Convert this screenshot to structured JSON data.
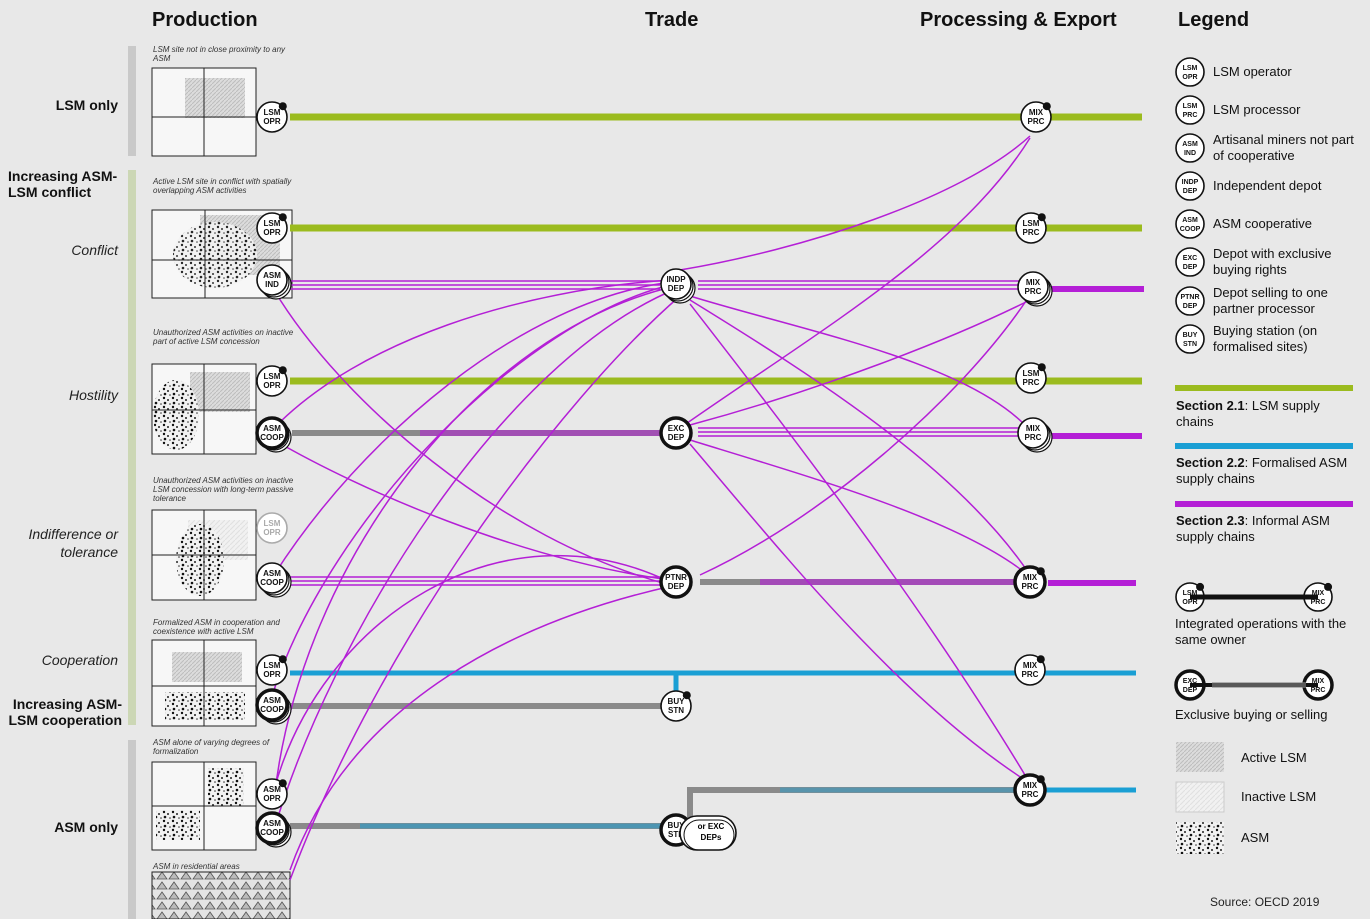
{
  "headers": {
    "production": "Production",
    "trade": "Trade",
    "processing": "Processing & Export",
    "legend": "Legend"
  },
  "row_labels": {
    "lsm_only": "LSM only",
    "increasing_conflict": "Increasing ASM-LSM conflict",
    "conflict": "Conflict",
    "hostility": "Hostility",
    "indifference": "Indifference or tolerance",
    "cooperation": "Cooperation",
    "increasing_cooperation": "Increasing ASM-LSM cooperation",
    "asm_only": "ASM only"
  },
  "captions": {
    "c1": "LSM site not in close proximity to any ASM",
    "c2": "Active LSM site in conflict with spatially overlapping ASM activities",
    "c3": "Unauthorized ASM activities on inactive part of active LSM concession",
    "c4": "Unauthorized ASM activities on inactive LSM concession with long-term passive tolerance",
    "c5": "Formalized ASM in cooperation and coexistence with active LSM",
    "c6": "ASM alone of varying degrees of formalization",
    "c7": "ASM in residential areas"
  },
  "nodes": {
    "lsm": "LSM",
    "opr": "OPR",
    "prc": "PRC",
    "mix": "MIX",
    "asm": "ASM",
    "ind": "IND",
    "coop": "COOP",
    "indp": "INDP",
    "dep": "DEP",
    "exc": "EXC",
    "ptnr": "PTNR",
    "buy": "BUY",
    "stn": "STN",
    "or_exc": "or EXC",
    "deps": "DEPs"
  },
  "legend": {
    "items": [
      {
        "top": "LSM",
        "bottom": "OPR",
        "label": "LSM operator"
      },
      {
        "top": "LSM",
        "bottom": "PRC",
        "label": "LSM processor"
      },
      {
        "top": "ASM",
        "bottom": "IND",
        "label": "Artisanal miners not part of cooperative"
      },
      {
        "top": "INDP",
        "bottom": "DEP",
        "label": "Independent depot"
      },
      {
        "top": "ASM",
        "bottom": "COOP",
        "label": "ASM cooperative"
      },
      {
        "top": "EXC",
        "bottom": "DEP",
        "label": "Depot with exclusive buying rights"
      },
      {
        "top": "PTNR",
        "bottom": "DEP",
        "label": "Depot selling to one partner processor"
      },
      {
        "top": "BUY",
        "bottom": "STN",
        "label": "Buying station (on formalised sites)"
      }
    ],
    "sections": [
      {
        "id": "Section 2.1",
        "text": ": LSM supply chains",
        "color": "#9bbb1e"
      },
      {
        "id": "Section 2.2",
        "text": ": Formalised ASM supply chains",
        "color": "#1a9fd4"
      },
      {
        "id": "Section 2.3",
        "text": ": Informal ASM supply chains",
        "color": "#b41fd6"
      }
    ],
    "integrated": "Integrated operations with the same owner",
    "exclusive": "Exclusive buying or selling",
    "active_lsm": "Active LSM",
    "inactive_lsm": "Inactive LSM",
    "asm": "ASM"
  },
  "colors": {
    "lsm_chain": "#9bbb1e",
    "formal_chain": "#1a9fd4",
    "informal_chain": "#b41fd6",
    "exclusive_link": "#8a8a8a"
  },
  "source": "Source: OECD 2019"
}
